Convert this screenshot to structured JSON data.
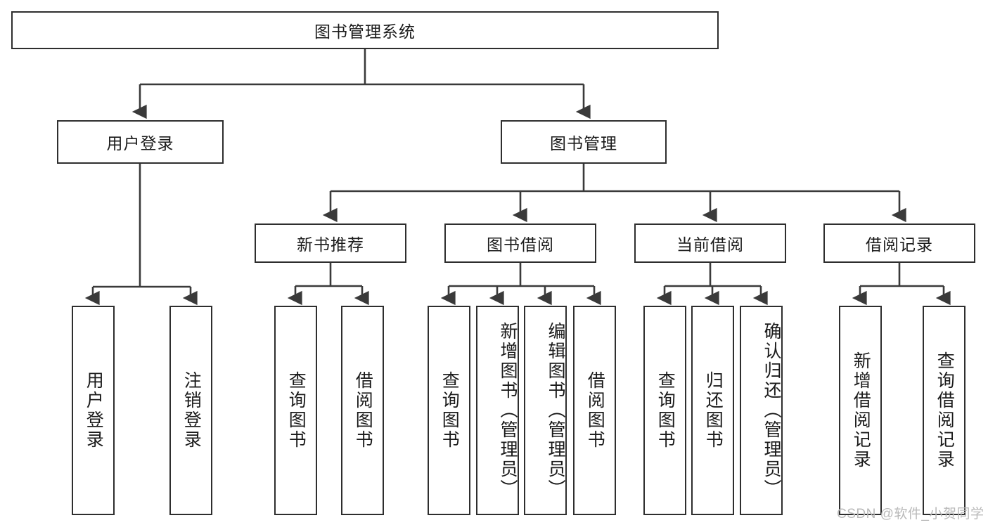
{
  "diagram": {
    "title": "图书管理系统",
    "type": "tree-hierarchy-chart",
    "root": {
      "label": "图书管理系统"
    },
    "level2": [
      {
        "label": "用户登录"
      },
      {
        "label": "图书管理"
      }
    ],
    "level3": [
      {
        "label": "新书推荐"
      },
      {
        "label": "图书借阅"
      },
      {
        "label": "当前借阅"
      },
      {
        "label": "借阅记录"
      }
    ],
    "leaves": {
      "user_login": [
        {
          "label": "用户登录"
        },
        {
          "label": "注销登录"
        }
      ],
      "new_book_recommend": [
        {
          "label": "查询图书"
        },
        {
          "label": "借阅图书"
        }
      ],
      "book_borrow": [
        {
          "label": "查询图书"
        },
        {
          "label": "新增图书（管理员）"
        },
        {
          "label": "编辑图书（管理员）"
        },
        {
          "label": "借阅图书"
        }
      ],
      "current_borrow": [
        {
          "label": "查询图书"
        },
        {
          "label": "归还图书"
        },
        {
          "label": "确认归还（管理员）"
        }
      ],
      "borrow_record": [
        {
          "label": "新增借阅记录"
        },
        {
          "label": "查询借阅记录"
        }
      ]
    }
  },
  "watermark": {
    "text": "CSDN @软件_小贺同学"
  },
  "colors": {
    "box_border": "#2e2e2e",
    "box_fill": "#ffffff",
    "connector": "#3a3a3a",
    "text": "#1a1a1a",
    "watermark": "#b9b9b9"
  }
}
